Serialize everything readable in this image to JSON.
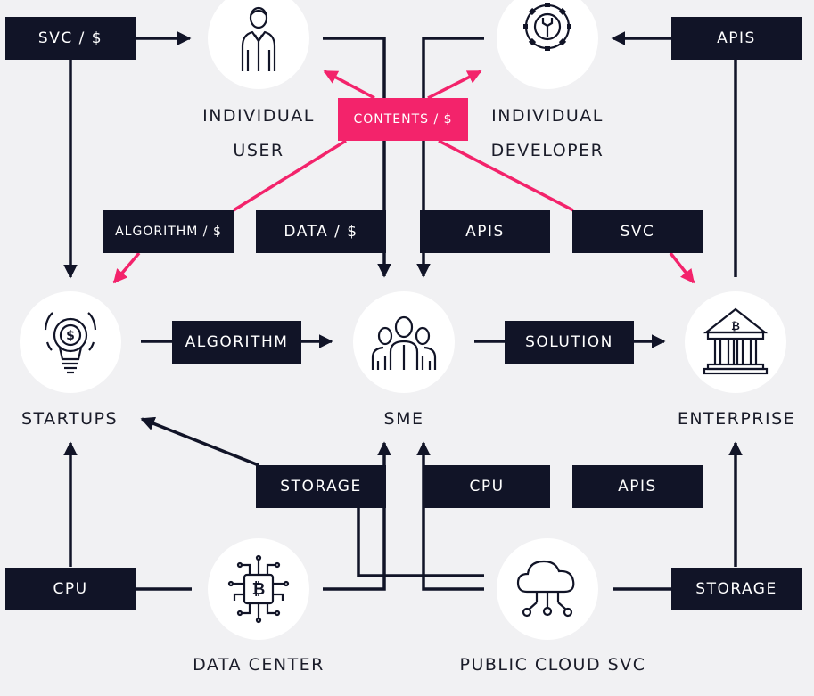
{
  "nodes": {
    "individual_user": {
      "line1": "INDIVIDUAL",
      "line2": "USER"
    },
    "individual_developer": {
      "line1": "INDIVIDUAL",
      "line2": "DEVELOPER"
    },
    "startups": "STARTUPS",
    "sme": "SME",
    "enterprise": "ENTERPRISE",
    "data_center": "DATA CENTER",
    "public_cloud": "PUBLIC CLOUD SVC"
  },
  "edge_labels": {
    "svc_dollar": "SVC / $",
    "apis_top": "APIS",
    "contents_dollar": "CONTENTS / $",
    "algorithm_dollar": "ALGORITHM / $",
    "data_dollar": "DATA / $",
    "apis_mid": "APIS",
    "svc": "SVC",
    "algorithm": "ALGORITHM",
    "solution": "SOLUTION",
    "storage_mid": "STORAGE",
    "cpu_mid": "CPU",
    "apis_low": "APIS",
    "cpu_left": "CPU",
    "storage_right": "STORAGE"
  },
  "icons": {
    "individual_user": "user-icon",
    "individual_developer": "gear-wrench-icon",
    "startups": "lightbulb-dollar-icon",
    "sme": "team-icon",
    "enterprise": "bank-bitcoin-icon",
    "data_center": "circuit-bitcoin-icon",
    "public_cloud": "cloud-network-icon"
  },
  "colors": {
    "background": "#f1f1f3",
    "dark": "#111427",
    "accent": "#f3236b",
    "node": "#ffffff"
  }
}
